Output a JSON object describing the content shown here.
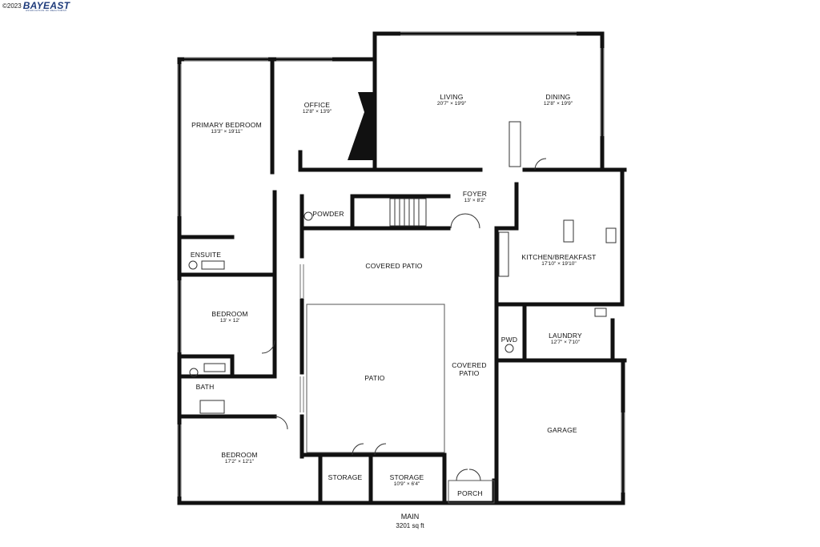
{
  "watermark": {
    "copyright": "©2023",
    "logo": "BAYEAST",
    "tagline": "ASSOCIATION OF REALTORS®"
  },
  "rooms": {
    "primary_bedroom": {
      "name": "PRIMARY BEDROOM",
      "dims": "13'3\" × 19'11\""
    },
    "office": {
      "name": "OFFICE",
      "dims": "12'8\" × 13'9\""
    },
    "living": {
      "name": "LIVING",
      "dims": "20'7\" × 19'9\""
    },
    "dining": {
      "name": "DINING",
      "dims": "12'8\" × 19'9\""
    },
    "foyer": {
      "name": "FOYER",
      "dims": "13' × 8'2\""
    },
    "powder": {
      "name": "POWDER"
    },
    "ensuite": {
      "name": "ENSUITE"
    },
    "kitchen": {
      "name": "KITCHEN/BREAKFAST",
      "dims": "17'10\" × 19'10\""
    },
    "covered_patio_top": {
      "name": "COVERED PATIO"
    },
    "bedroom_1": {
      "name": "BEDROOM",
      "dims": "13' × 12'"
    },
    "pwd": {
      "name": "PWD"
    },
    "laundry": {
      "name": "LAUNDRY",
      "dims": "12'7\" × 7'10\""
    },
    "bath": {
      "name": "BATH"
    },
    "patio": {
      "name": "PATIO"
    },
    "covered_patio_side": {
      "name": "COVERED\nPATIO"
    },
    "garage": {
      "name": "GARAGE"
    },
    "bedroom_2": {
      "name": "BEDROOM",
      "dims": "17'2\" × 12'1\""
    },
    "storage_1": {
      "name": "STORAGE"
    },
    "storage_2": {
      "name": "STORAGE",
      "dims": "10'9\" × 6'4\""
    },
    "porch": {
      "name": "PORCH"
    }
  },
  "footer": {
    "floor": "MAIN",
    "area": "3201 sq ft"
  },
  "colors": {
    "wall": "#111111",
    "window": "#888888",
    "background": "#ffffff",
    "logo": "#1d3a7a"
  }
}
